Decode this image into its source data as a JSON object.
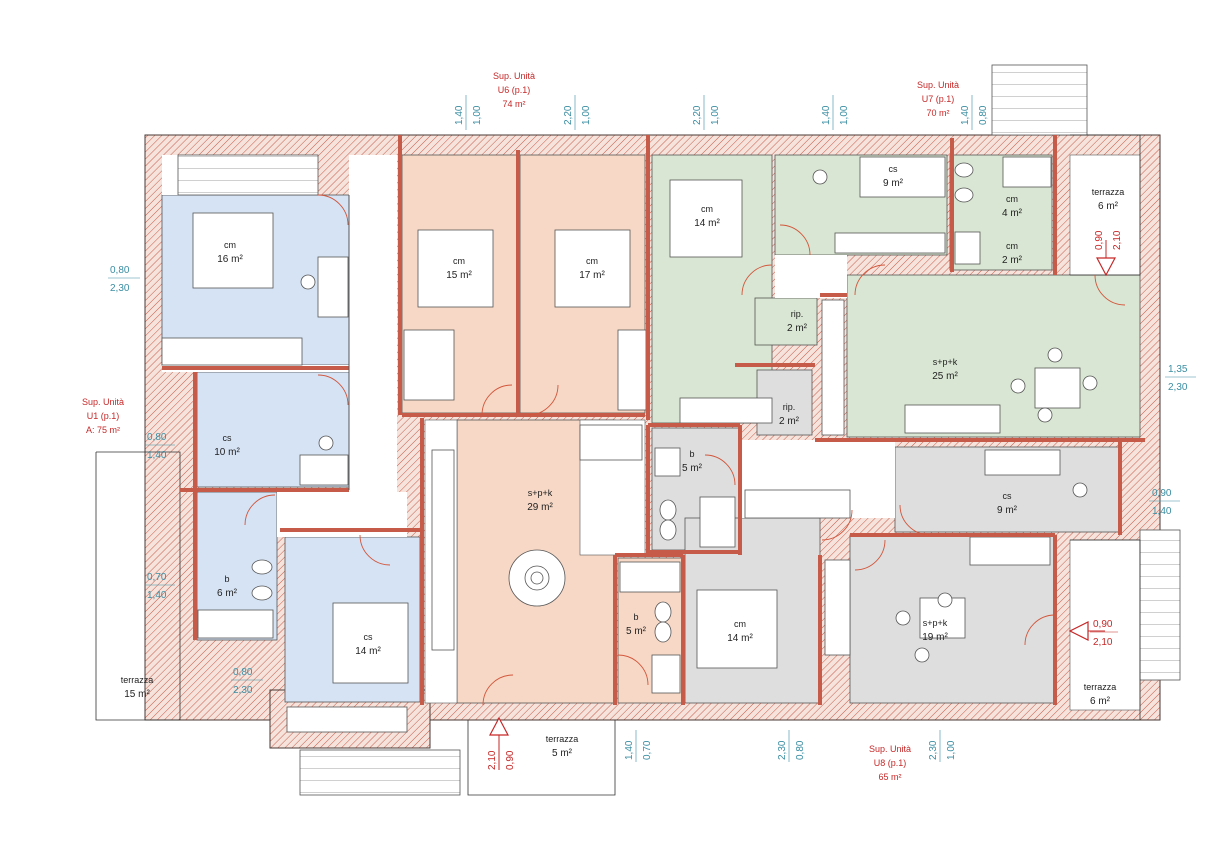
{
  "colors": {
    "blue_rooms": "#d6e3f5",
    "peach_rooms": "#f7d8c6",
    "green_rooms": "#d9e6d3",
    "grey_rooms": "#dedede",
    "wall_hatch": "#c65b4a",
    "unit_red": "#c62828",
    "dimension_teal": "#3a8ea3"
  },
  "units": {
    "u6": {
      "line1": "Sup. Unità",
      "line2": "U6 (p.1)",
      "line3": "74 m²"
    },
    "u7": {
      "line1": "Sup. Unità",
      "line2": "U7 (p.1)",
      "line3": "70 m²"
    },
    "u1": {
      "line1": "Sup. Unità",
      "line2": "U1 (p.1)",
      "line3": "A: 75 m²"
    },
    "u8": {
      "line1": "Sup. Unità",
      "line2": "U8 (p.1)",
      "line3": "65 m²"
    }
  },
  "rooms": {
    "u1_cm": {
      "name": "cm",
      "area": "16 m²"
    },
    "u1_cs": {
      "name": "cs",
      "area": "10 m²"
    },
    "u1_b": {
      "name": "b",
      "area": "6 m²"
    },
    "u1_cs2": {
      "name": "cs",
      "area": "14 m²"
    },
    "u6_cm1": {
      "name": "cm",
      "area": "15 m²"
    },
    "u6_cm2": {
      "name": "cm",
      "area": "17 m²"
    },
    "u6_spk": {
      "name": "s+p+k",
      "area": "29 m²"
    },
    "u6_b": {
      "name": "b",
      "area": "5 m²"
    },
    "u7_cm": {
      "name": "cm",
      "area": "14 m²"
    },
    "u7_cs": {
      "name": "cs",
      "area": "9 m²"
    },
    "u7_cm4": {
      "name": "cm",
      "area": "4 m²"
    },
    "u7_cm2": {
      "name": "cm",
      "area": "2 m²"
    },
    "u7_rip": {
      "name": "rip.",
      "area": "2 m²"
    },
    "u7_spk": {
      "name": "s+p+k",
      "area": "25 m²"
    },
    "u8_rip": {
      "name": "rip.",
      "area": "2 m²"
    },
    "u8_b": {
      "name": "b",
      "area": "5 m²"
    },
    "u8_cs": {
      "name": "cs",
      "area": "9 m²"
    },
    "u8_cm": {
      "name": "cm",
      "area": "14 m²"
    },
    "u8_spk": {
      "name": "s+p+k",
      "area": "19 m²"
    }
  },
  "terraces": {
    "t_ne": {
      "name": "terrazza",
      "area": "6 m²"
    },
    "t_sw": {
      "name": "terrazza",
      "area": "15 m²"
    },
    "t_s": {
      "name": "terrazza",
      "area": "5 m²"
    },
    "t_se": {
      "name": "terrazza",
      "area": "6 m²"
    }
  },
  "dimensions": {
    "top_1": {
      "a": "1,40",
      "b": "1,00"
    },
    "top_2": {
      "a": "2,20",
      "b": "1,00"
    },
    "top_3": {
      "a": "2,20",
      "b": "1,00"
    },
    "top_4": {
      "a": "1,40",
      "b": "1,00"
    },
    "top_5": {
      "a": "1,40",
      "b": "0,80"
    },
    "left_1": {
      "a": "0,80",
      "b": "2,30"
    },
    "left_2": {
      "a": "0,80",
      "b": "1,40"
    },
    "left_3": {
      "a": "0,70",
      "b": "1,40"
    },
    "left_4": {
      "a": "0,80",
      "b": "2,30"
    },
    "right_1": {
      "a": "1,35",
      "b": "2,30"
    },
    "right_2": {
      "a": "0,90",
      "b": "1,40"
    },
    "bottom_1": {
      "a": "1,40",
      "b": "0,70"
    },
    "bottom_2": {
      "a": "2,30",
      "b": "0,80"
    },
    "bottom_3": {
      "a": "2,30",
      "b": "1,00"
    },
    "entry_ne": {
      "a": "0,90",
      "b": "2,10"
    },
    "entry_e": {
      "a": "0,90",
      "b": "2,10"
    },
    "entry_s": {
      "a": "0,90",
      "b": "2,10"
    }
  }
}
